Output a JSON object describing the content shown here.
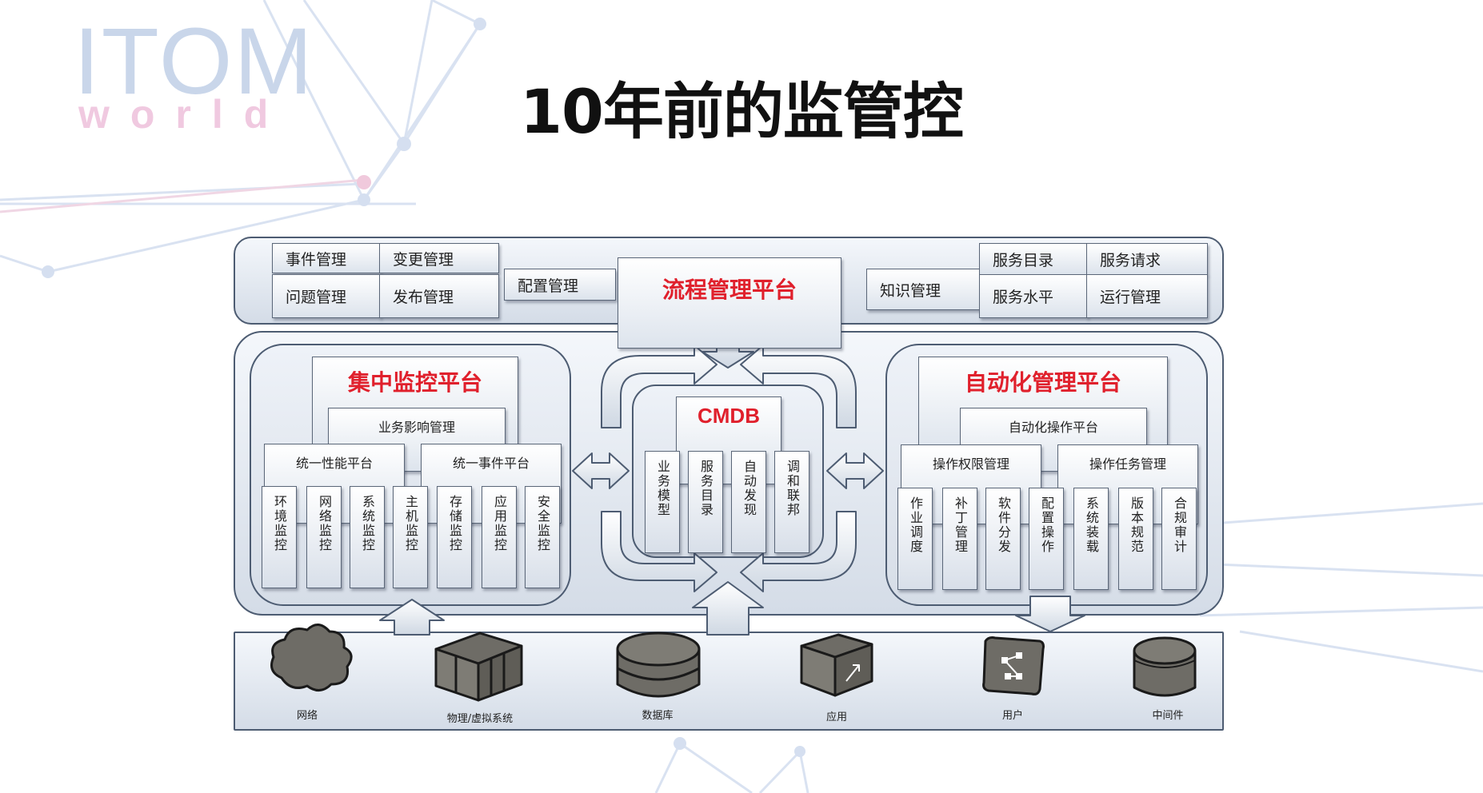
{
  "title": "10年前的监管控",
  "logo": {
    "top": "ITOM",
    "bottom": "world"
  },
  "process": {
    "title": "流程管理平台",
    "items": [
      "事件管理",
      "变更管理",
      "问题管理",
      "发布管理",
      "配置管理",
      "知识管理",
      "服务目录",
      "服务请求",
      "服务水平",
      "运行管理"
    ]
  },
  "monitor": {
    "title": "集中监控平台",
    "impact": "业务影响管理",
    "perf": "统一性能平台",
    "event": "统一事件平台",
    "columns": [
      "环境监控",
      "网络监控",
      "系统监控",
      "主机监控",
      "存储监控",
      "应用监控",
      "安全监控"
    ]
  },
  "cmdb": {
    "title": "CMDB",
    "columns": [
      "业务模型",
      "服务目录",
      "自动发现",
      "调和联邦"
    ]
  },
  "automation": {
    "title": "自动化管理平台",
    "ops": "自动化操作平台",
    "perm": "操作权限管理",
    "task": "操作任务管理",
    "columns": [
      "作业调度",
      "补丁管理",
      "软件分发",
      "配置操作",
      "系统装载",
      "版本规范",
      "合规审计"
    ]
  },
  "infra": [
    "网络",
    "物理/虚拟系统",
    "数据库",
    "应用",
    "用户",
    "中间件"
  ]
}
